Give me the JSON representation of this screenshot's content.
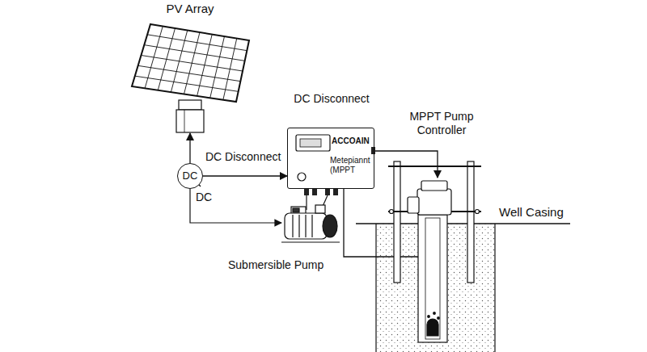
{
  "diagram": {
    "nodes": [
      {
        "text": [
          "PV Array"
        ]
      },
      {
        "text": [
          "DC"
        ]
      },
      {
        "text": [
          "ACCOAIN",
          "Metepiannt (MPPT"
        ]
      }
    ],
    "edges": [
      {
        "from": 1,
        "to": 0,
        "arrow": "to"
      },
      {
        "from": 1,
        "to": 2,
        "arrow": "to"
      }
    ],
    "labels": [
      "DC Disconnect",
      "MPPT Pump Controller",
      "DC Disconnect",
      "DC",
      "Well Casing",
      "Submersible Pump"
    ]
  }
}
